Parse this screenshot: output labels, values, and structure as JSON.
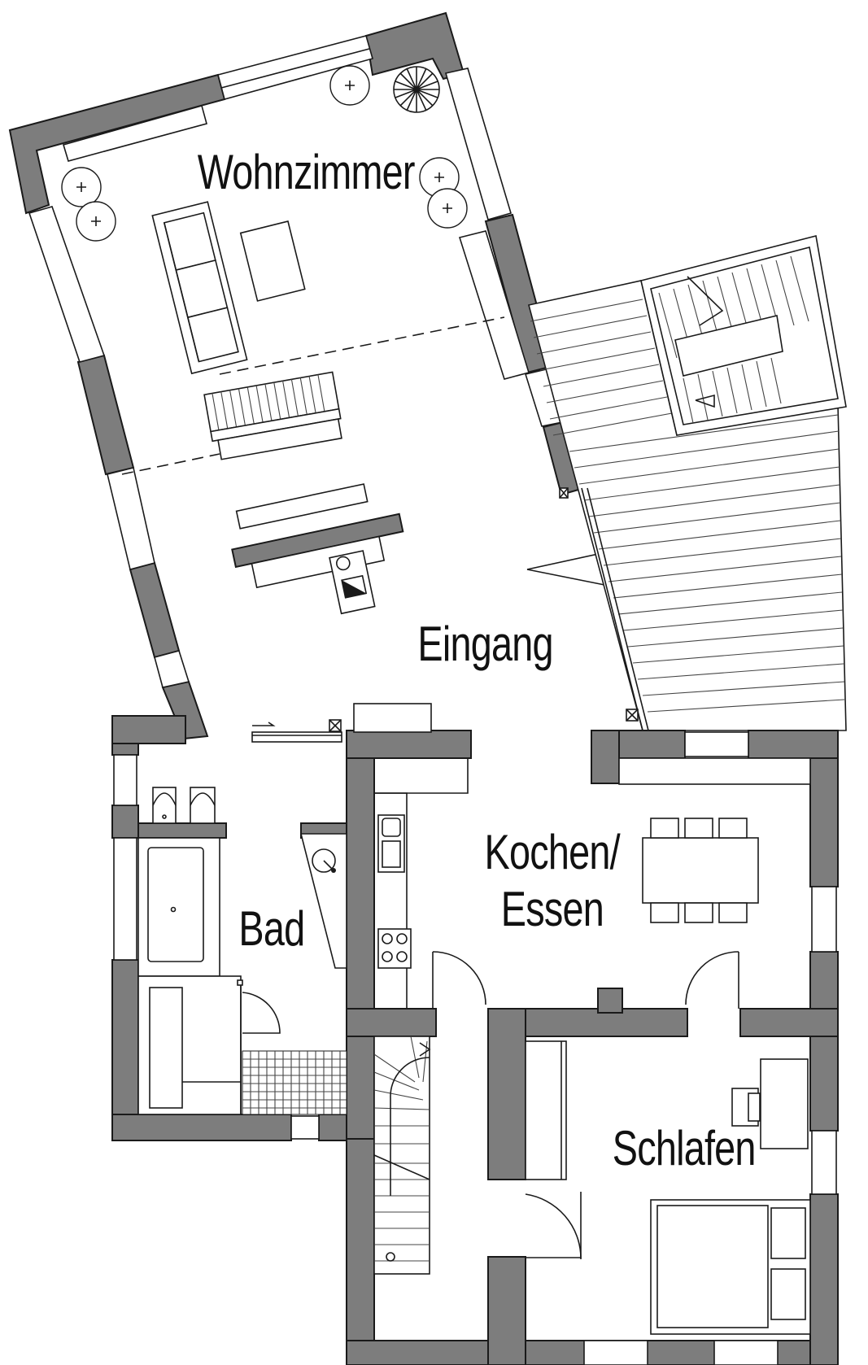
{
  "rooms": {
    "wohnzimmer": "Wohnzimmer",
    "eingang": "Eingang",
    "kochen_line1": "Kochen/",
    "kochen_line2": "Essen",
    "bad": "Bad",
    "schlafen": "Schlafen"
  },
  "colors": {
    "wall": "#7d7d7d",
    "line": "#1a1a1a",
    "background": "#ffffff"
  }
}
